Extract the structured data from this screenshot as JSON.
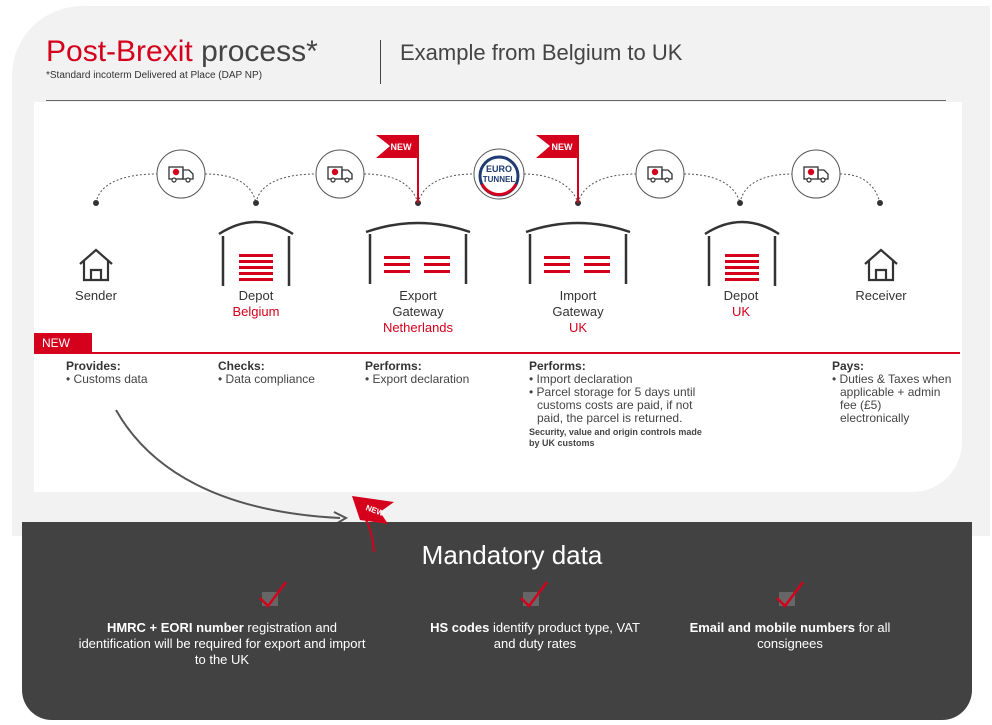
{
  "header": {
    "title_red": "Post-Brexit",
    "title_dark": "process*",
    "note": "*Standard incoterm Delivered at Place (DAP NP)",
    "subtitle": "Example from Belgium to UK"
  },
  "nodes": [
    {
      "label": "Sender",
      "country": ""
    },
    {
      "label": "Depot",
      "country": "Belgium"
    },
    {
      "label": "Export Gateway",
      "country": "Netherlands"
    },
    {
      "label": "Import Gateway",
      "country": "UK"
    },
    {
      "label": "Depot",
      "country": "UK"
    },
    {
      "label": "Receiver",
      "country": ""
    }
  ],
  "flags": {
    "new_label": "NEW"
  },
  "eurotunnel": {
    "line1": "EURO",
    "line2": "TUNNEL"
  },
  "new_tag": "NEW",
  "details": {
    "sender": {
      "heading": "Provides:",
      "items": [
        "• Customs data"
      ]
    },
    "depot_be": {
      "heading": "Checks:",
      "items": [
        "• Data compliance"
      ]
    },
    "export_gw": {
      "heading": "Performs:",
      "items": [
        "• Export declaration"
      ]
    },
    "import_gw": {
      "heading": "Performs:",
      "items": [
        "• Import declaration",
        "• Parcel storage for 5 days until customs costs are paid, if not paid, the parcel is returned."
      ],
      "note": "Security, value and origin controls made by UK customs"
    },
    "receiver": {
      "heading": "Pays:",
      "items": [
        "• Duties & Taxes when applicable + admin fee (£5) electronically"
      ]
    }
  },
  "mandatory": {
    "title": "Mandatory data",
    "items": [
      {
        "bold": "HMRC + EORI number",
        "text": " registration and identification will be required for export and import to the UK"
      },
      {
        "bold": "HS codes",
        "text": " identify product type, VAT and duty rates"
      },
      {
        "bold": "Email and mobile numbers",
        "text": " for all consignees"
      }
    ]
  },
  "colors": {
    "brand_red": "#d5001c",
    "dark_panel": "#424242",
    "light_bg": "#f2f2f2"
  }
}
